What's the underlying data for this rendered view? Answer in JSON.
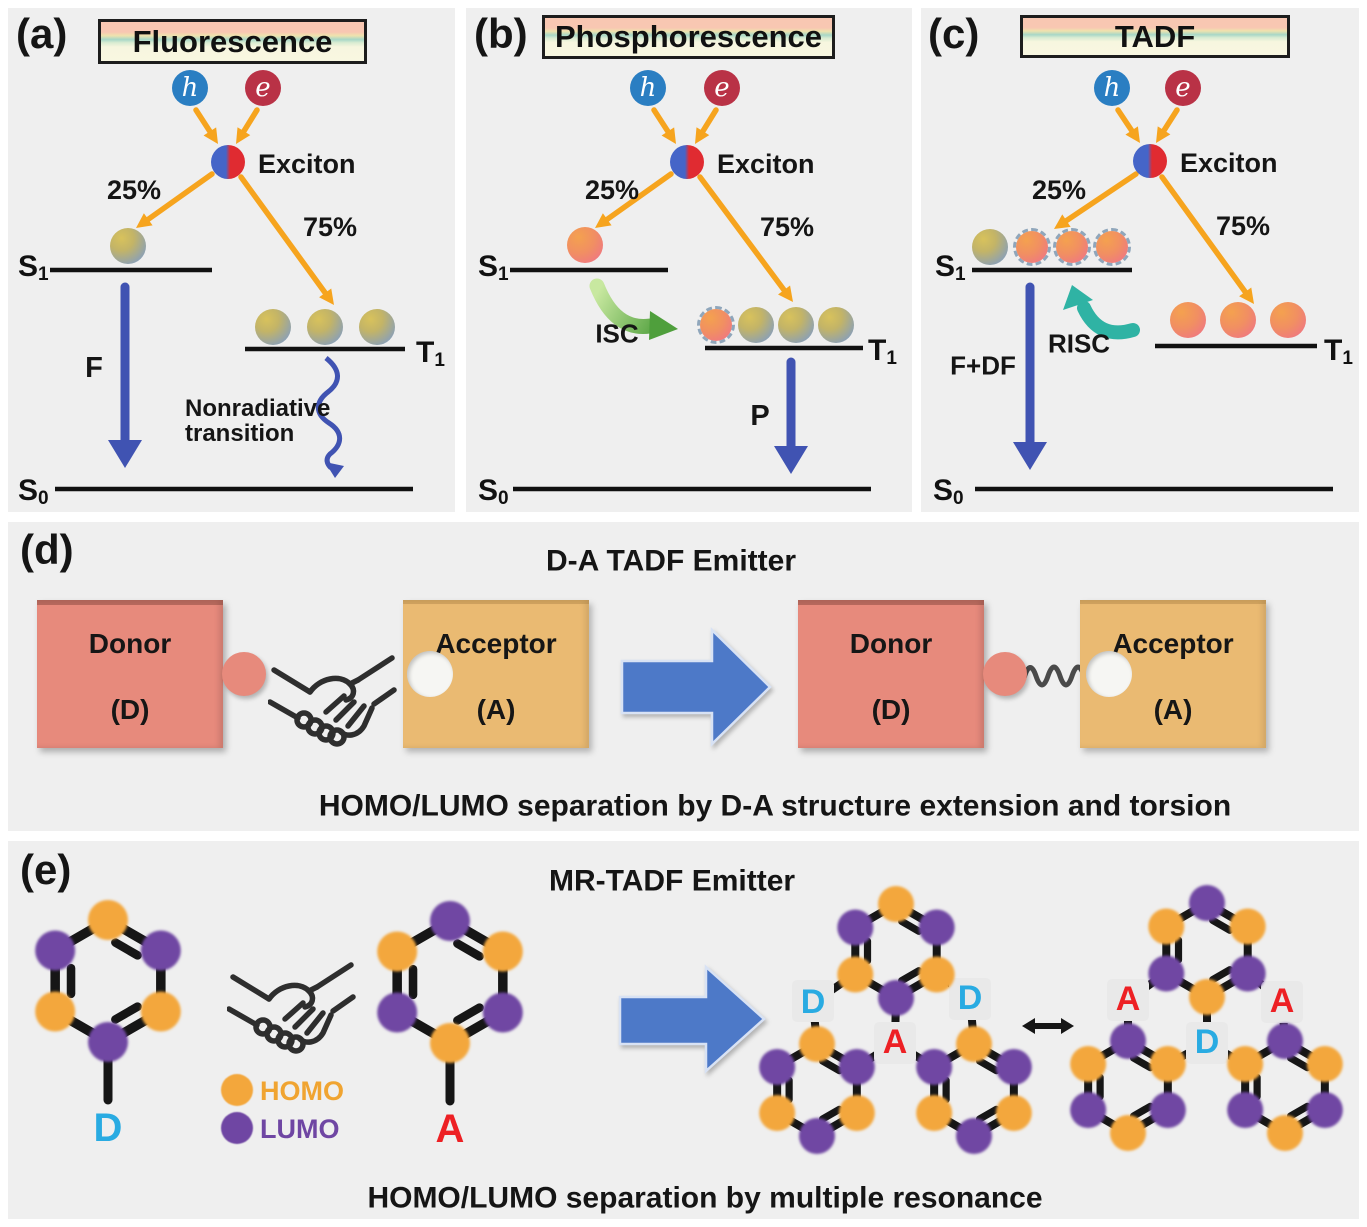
{
  "panel_a": {
    "label": "(a)",
    "title": "Fluorescence",
    "hole": "h",
    "electron": "e",
    "exciton": "Exciton",
    "p25": "25%",
    "p75": "75%",
    "s1": "S",
    "s1_sub": "1",
    "t1": "T",
    "t1_sub": "1",
    "s0": "S",
    "s0_sub": "0",
    "f_label": "F",
    "nonrad_line1": "Nonradiative",
    "nonrad_line2": "transition"
  },
  "panel_b": {
    "label": "(b)",
    "title": "Phosphorescence",
    "hole": "h",
    "electron": "e",
    "exciton": "Exciton",
    "p25": "25%",
    "p75": "75%",
    "s1": "S",
    "s1_sub": "1",
    "t1": "T",
    "t1_sub": "1",
    "s0": "S",
    "s0_sub": "0",
    "isc_label": "ISC",
    "p_label": "P"
  },
  "panel_c": {
    "label": "(c)",
    "title": "TADF",
    "hole": "h",
    "electron": "e",
    "exciton": "Exciton",
    "p25": "25%",
    "p75": "75%",
    "s1": "S",
    "s1_sub": "1",
    "t1": "T",
    "t1_sub": "1",
    "s0": "S",
    "s0_sub": "0",
    "risc_label": "RISC",
    "fdf_label": "F+DF"
  },
  "panel_d": {
    "label": "(d)",
    "title": "D-A TADF Emitter",
    "donor": "Donor",
    "donor_sym": "(D)",
    "acceptor": "Acceptor",
    "acceptor_sym": "(A)",
    "caption": "HOMO/LUMO separation by D-A structure extension and torsion"
  },
  "panel_e": {
    "label": "(e)",
    "title": "MR-TADF Emitter",
    "homo": "HOMO",
    "lumo": "LUMO",
    "donor_letter": "D",
    "acceptor_letter": "A",
    "struct1_left": "D",
    "struct1_center": "A",
    "struct1_right": "D",
    "struct2_left": "A",
    "struct2_center": "D",
    "struct2_right": "A",
    "caption": "HOMO/LUMO separation by multiple resonance"
  },
  "colors": {
    "panel_bg": "#efefef",
    "homo_orange": "#f3a73c",
    "lumo_purple": "#6f46a3",
    "donor_fill": "#e78a7c",
    "acceptor_fill": "#eaba72",
    "block_arrow_blue": "#4d79c8",
    "transition_blue": "#4053b2",
    "exciton_arrow_orange": "#f6a41e",
    "isc_green": "#4f9f3c",
    "risc_teal": "#2fb3a4",
    "d_cyan": "#29abe2",
    "a_red": "#ed2024",
    "hole_blue": "#2a7ec2",
    "electron_red": "#b93246"
  }
}
